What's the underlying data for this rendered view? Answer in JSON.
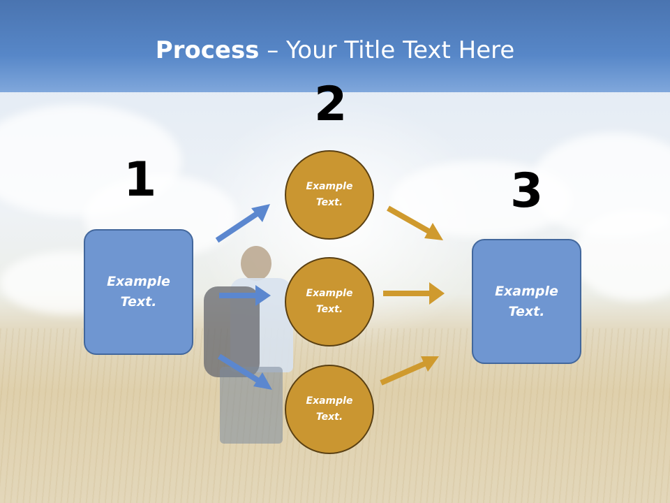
{
  "slide": {
    "title_bold": "Process",
    "title_rest": " – Your Title Text Here"
  },
  "steps": {
    "step1": {
      "number": "1",
      "text": "Example Text."
    },
    "step2": {
      "number": "2",
      "circles": [
        {
          "text": "Example Text."
        },
        {
          "text": "Example Text."
        },
        {
          "text": "Example Text."
        }
      ]
    },
    "step3": {
      "number": "3",
      "text": "Example Text."
    }
  },
  "colors": {
    "title_band": "#4a74b0",
    "box_fill": "#6f96d1",
    "circle_fill": "#ca9631",
    "blue_arrow": "#5b87cf",
    "gold_arrow": "#cf9a2e"
  }
}
